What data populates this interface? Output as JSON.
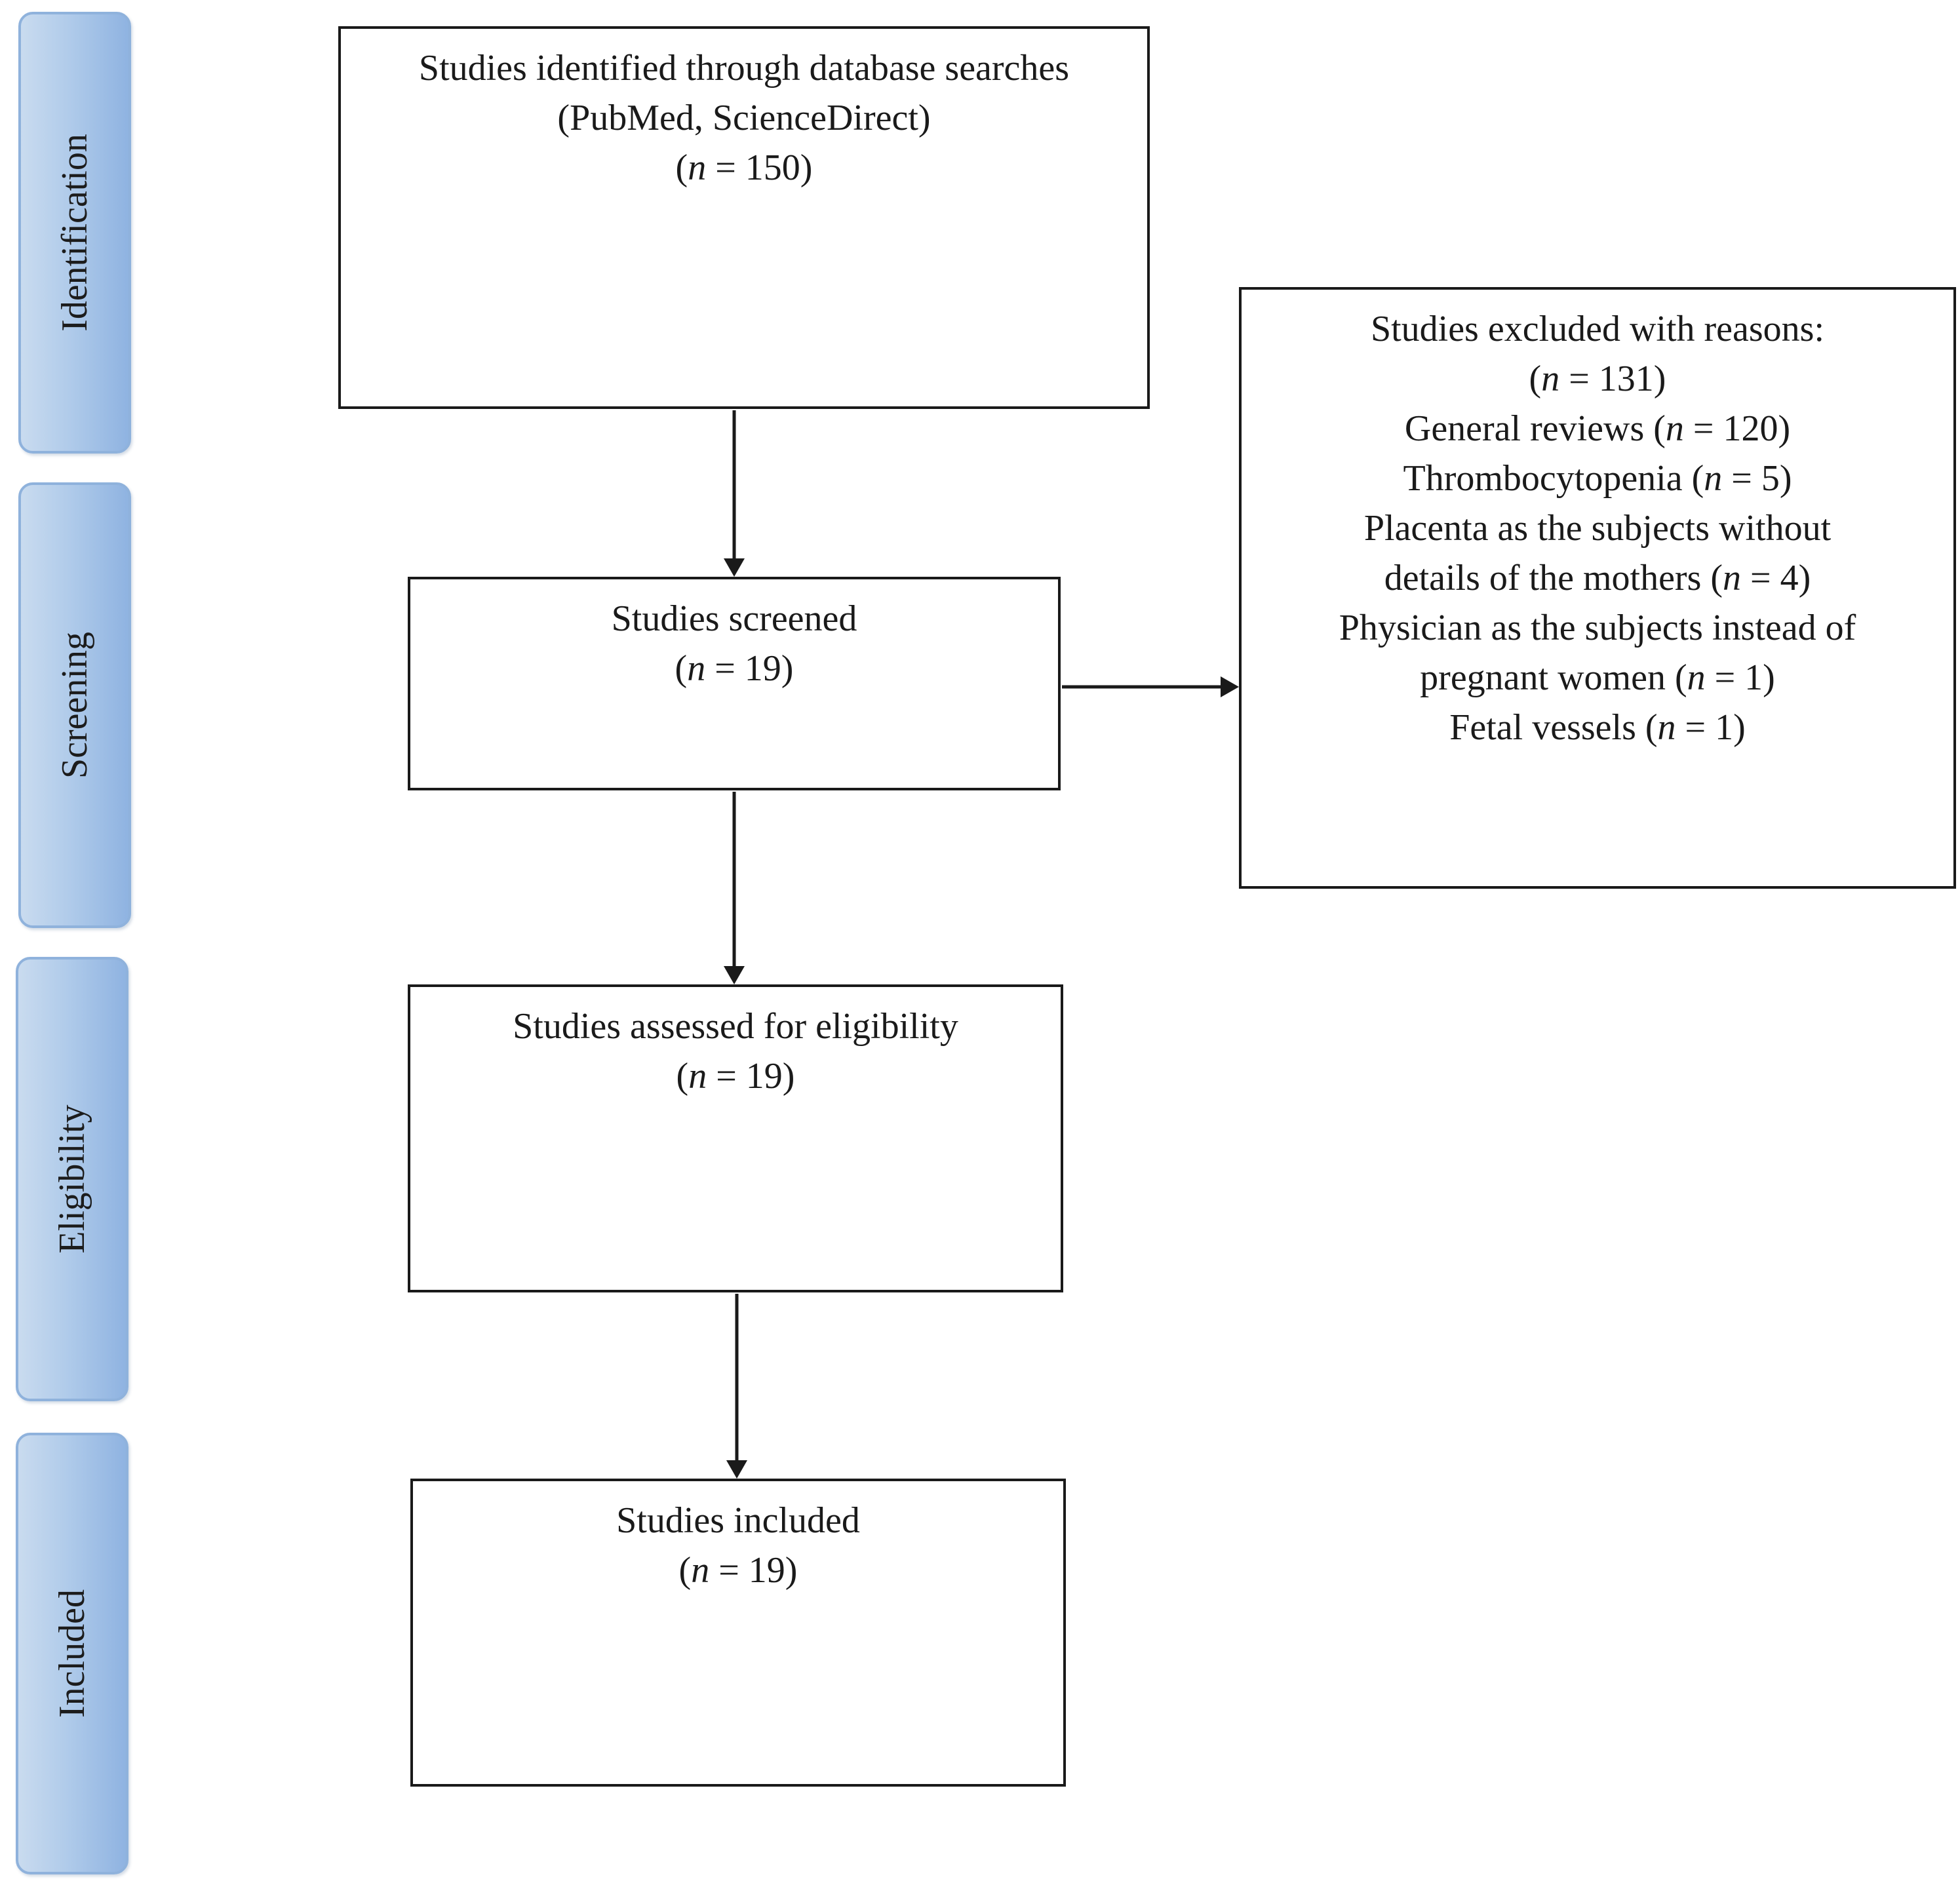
{
  "stages": [
    {
      "id": "identification",
      "label": "Identification"
    },
    {
      "id": "screening",
      "label": "Screening"
    },
    {
      "id": "eligibility",
      "label": "Eligibility"
    },
    {
      "id": "included",
      "label": "Included"
    }
  ],
  "boxes": {
    "identified": {
      "line1": "Studies identified through database searches",
      "line2": "(PubMed, ScienceDirect)",
      "count_open": "(",
      "count_var": "n",
      "count_rest": " = 150)"
    },
    "screened": {
      "line1": "Studies screened",
      "count_open": "(",
      "count_var": "n",
      "count_rest": " = 19)"
    },
    "excluded": {
      "title": "Studies excluded with reasons:",
      "total_open": "(",
      "total_var": "n",
      "total_rest": " = 131)",
      "reasons": [
        {
          "pre": "General reviews (",
          "var": "n",
          "post": " = 120)"
        },
        {
          "pre": "Thrombocytopenia  (",
          "var": "n",
          "post": " = 5)"
        },
        {
          "pre": "Placenta as the subjects without",
          "var": "",
          "post": ""
        },
        {
          "pre": "details of the mothers (",
          "var": "n",
          "post": " = 4)"
        },
        {
          "pre": "Physician as the subjects instead of",
          "var": "",
          "post": ""
        },
        {
          "pre": "pregnant women (",
          "var": "n",
          "post": " = 1)"
        },
        {
          "pre": "Fetal vessels (",
          "var": "n",
          "post": " = 1)"
        }
      ]
    },
    "eligibility": {
      "line1": "Studies assessed for eligibility",
      "count_open": "(",
      "count_var": "n",
      "count_rest": " = 19)"
    },
    "included": {
      "line1": "Studies included",
      "count_open": "(",
      "count_var": "n",
      "count_rest": " = 19)"
    }
  }
}
